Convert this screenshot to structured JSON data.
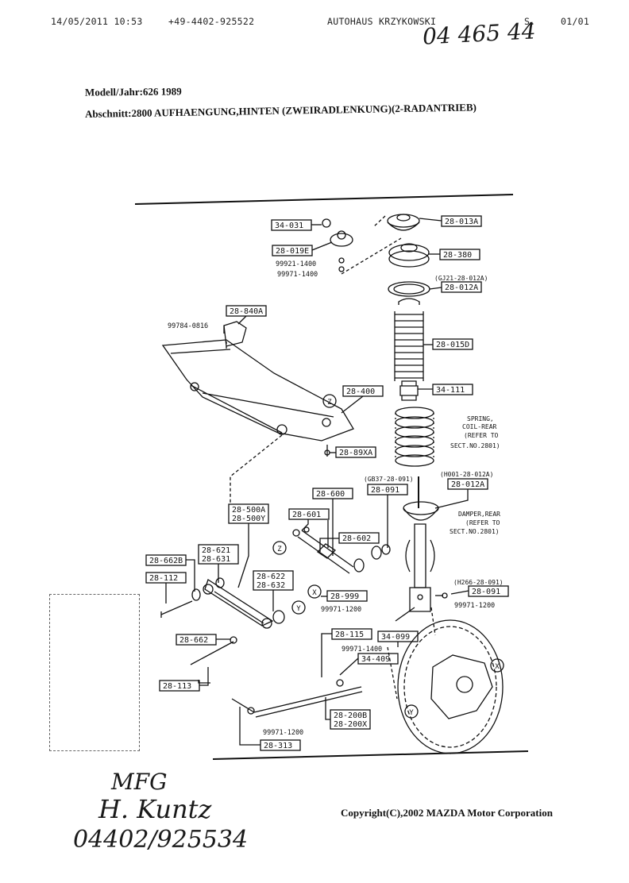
{
  "fax_header": {
    "date_time": "14/05/2011  10:53",
    "phone": "+49-4402-925522",
    "sender": "AUTOHAUS KRZYKOWSKI",
    "page_label": "S.",
    "page": "01/01"
  },
  "handwritten": {
    "order_number": "04 465 44",
    "greeting": "MFG",
    "name": "H. Kuntz",
    "phone": "04402/925534"
  },
  "document": {
    "model_year": "Modell/Jahr:626 1989",
    "section": "Abschnitt:2800  AUFHAENGUNG,HINTEN (ZWEIRADLENKUNG)(2-RADANTRIEB)",
    "copyright": "Copyright(C),2002 MAZDA Motor Corporation"
  },
  "diagram": {
    "part_labels": [
      "34-031",
      "28-019E",
      "28-013A",
      "28-380",
      "28-012A",
      "28-840A",
      "28-015D",
      "28-400",
      "34-111",
      "28-89XA",
      "28-600",
      "28-091",
      "28-012A",
      "28-500A",
      "28-500Y",
      "28-601",
      "28-602",
      "28-662B",
      "28-621",
      "28-631",
      "28-112",
      "28-622",
      "28-632",
      "28-999",
      "28-091",
      "28-662",
      "28-115",
      "34-099",
      "34-409",
      "28-113",
      "28-200B",
      "28-200X",
      "28-313"
    ],
    "part_numbers": [
      "99921-1400",
      "99971-1400",
      "99784-0816",
      "99971-1200",
      "99971-1200",
      "99971-1400",
      "99971-1200"
    ],
    "notes": [
      "(GJ21-28-012A)",
      "SPRING,",
      "COIL-REAR",
      "(REFER TO",
      "SECT.NO.2801)",
      "(GB37-28-091)",
      "(H001-28-012A)",
      "DAMPER,REAR",
      "(REFER TO",
      "SECT.NO.2801)",
      "(H266-28-091)"
    ],
    "callouts": [
      "Z",
      "Z",
      "X",
      "Y",
      "X",
      "Y"
    ]
  }
}
